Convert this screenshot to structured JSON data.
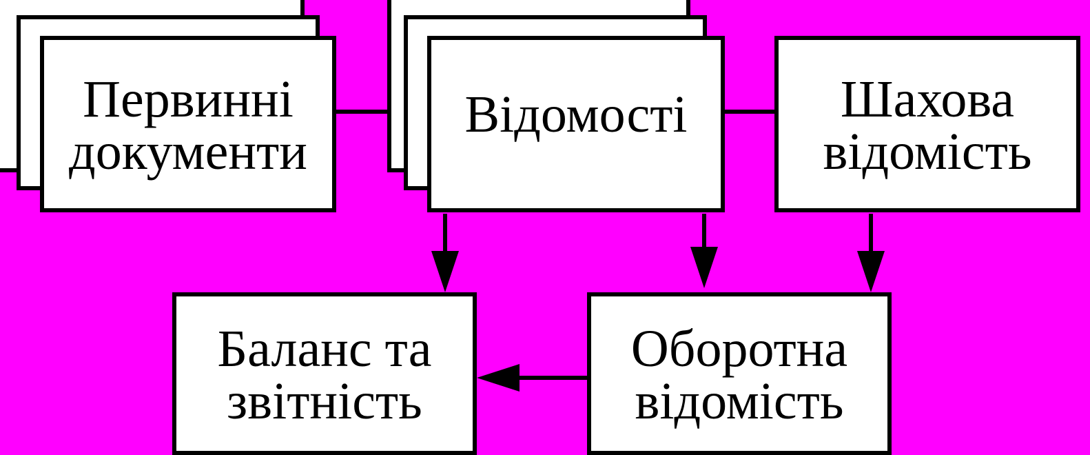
{
  "colors": {
    "background": "#ff00ff",
    "box_fill": "#ffffff",
    "stroke": "#000000"
  },
  "nodes": {
    "primary_docs": {
      "lines": [
        "Первинні",
        "документи"
      ]
    },
    "statements": {
      "lines": [
        "Відомості"
      ]
    },
    "chess_statement": {
      "lines": [
        "Шахова",
        "відомість"
      ]
    },
    "balance_reporting": {
      "lines": [
        "Баланс та",
        "звітність"
      ]
    },
    "turnover_statement": {
      "lines": [
        "Оборотна",
        "відомість"
      ]
    }
  }
}
